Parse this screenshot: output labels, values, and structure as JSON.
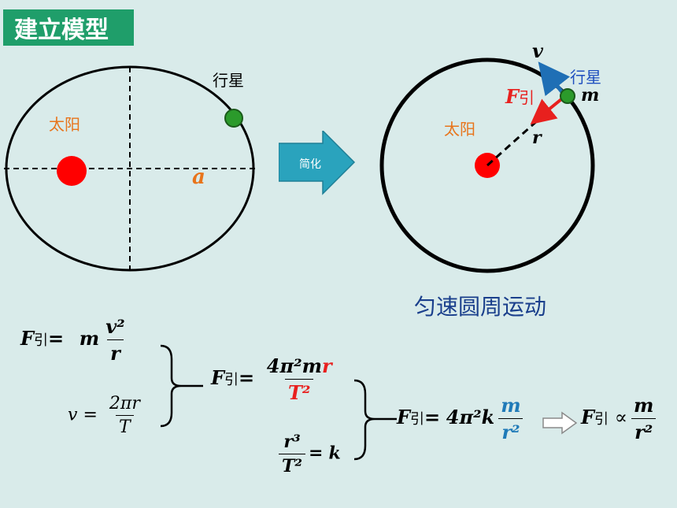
{
  "header": {
    "title": "建立模型"
  },
  "left_diagram": {
    "planet_label": "行星",
    "sun_label": "太阳",
    "semi_axis_symbol": "a"
  },
  "simplify_arrow": {
    "label": "简化"
  },
  "right_diagram": {
    "planet_label": "行星",
    "sun_label": "太阳",
    "velocity_symbol": "v",
    "mass_symbol": "m",
    "force_symbol": "F",
    "force_subscript": "引",
    "radius_symbol": "r",
    "caption": "匀速圆周运动"
  },
  "formulas": {
    "f1": {
      "lhs": "F",
      "sub": "引",
      "eq": "=",
      "coef": "m",
      "num": "v²",
      "den": "r"
    },
    "f2": {
      "lhs": "v",
      "eq": "=",
      "num": "2πr",
      "den": "T"
    },
    "f3": {
      "lhs": "F",
      "sub": "引",
      "eq": "=",
      "num_a": "4π²m",
      "num_b": "r",
      "den": "T²"
    },
    "f4": {
      "num": "r³",
      "den": "T²",
      "eq": "=",
      "rhs": "k"
    },
    "f5": {
      "lhs": "F",
      "sub": "引",
      "eq": "=",
      "coef": "4π²k",
      "num": "m",
      "den": "r²"
    },
    "f6": {
      "lhs": "F",
      "sub": "引",
      "op": "∝",
      "num": "m",
      "den": "r²"
    }
  },
  "colors": {
    "title_bg": "#1f9e6a",
    "arrow_fill": "#2aa3bd",
    "sun": "#ff0000",
    "planet": "#2b9a2b"
  }
}
